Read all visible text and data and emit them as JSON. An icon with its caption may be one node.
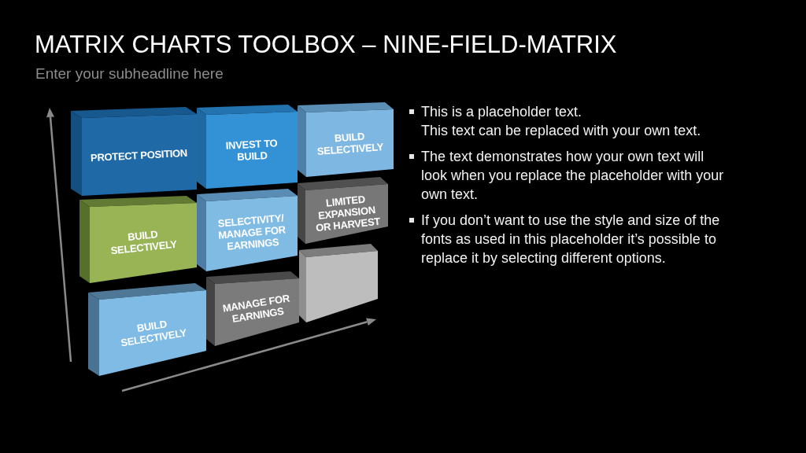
{
  "diagram": {
    "title": "MATRIX CHARTS TOOLBOX – NINE-FIELD-MATRIX",
    "nodes": [
      {
        "text": [
          "PROTECT POSITION"
        ]
      },
      {
        "text": [
          "INVEST TO BUILD"
        ]
      },
      {
        "text": [
          "BUILD SELECTIVELY"
        ]
      },
      {
        "text": [
          "BUILD SELECTIVELY"
        ]
      },
      {
        "text": [
          "SELECTIVITY/ MANAGE FOR EARNINGS"
        ]
      },
      {
        "text": [
          "LIMITED EXPANSION OR HARVEST"
        ]
      },
      {
        "text": [
          "BUILD SELECTIVELY"
        ]
      },
      {
        "text": [
          "MANAGE FOR EARNINGS"
        ]
      },
      {
        "text": [],
        "shape": "box"
      }
    ],
    "labels": [
      "Enter your subheadline here",
      "This is a placeholder text.",
      "This text can be replaced with your own text.",
      "The text demonstrates how your own text will look when you replace the placeholder with your own text.",
      "If you don’t want to use the style and size of the fonts as used in this placeholder it’s possible to replace it by selecting different options."
    ]
  }
}
